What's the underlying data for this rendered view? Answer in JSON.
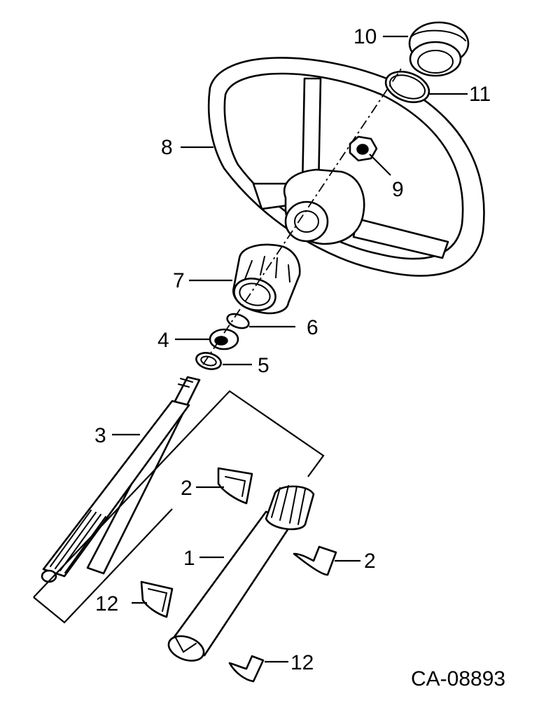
{
  "diagram": {
    "drawing_code": "CA-08893",
    "labels": [
      "1",
      "2",
      "2",
      "3",
      "4",
      "5",
      "6",
      "7",
      "8",
      "9",
      "10",
      "11",
      "12",
      "12"
    ]
  }
}
